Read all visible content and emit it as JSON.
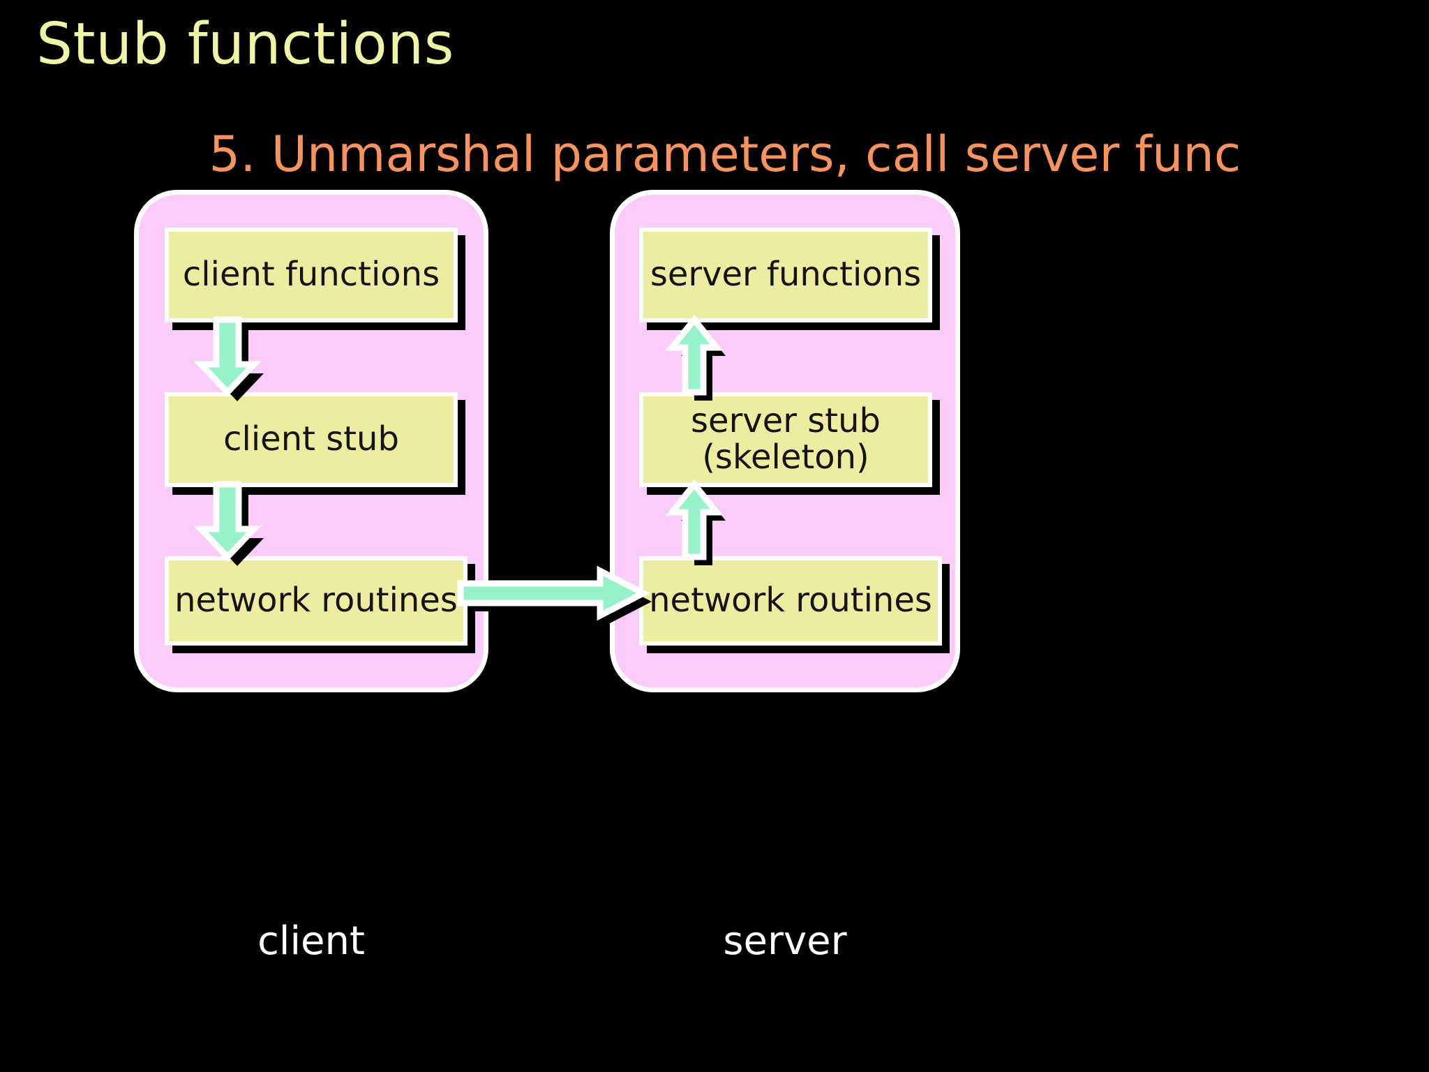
{
  "slide": {
    "title": "Stub functions",
    "title_color": "#EEF5A3",
    "background_color": "#000000",
    "step_subtitle": "5. Unmarshal parameters, call server func",
    "subtitle_color": "#F8935C"
  },
  "palette": {
    "panel_fill": "#FBCCF9",
    "panel_outline": "#FFFFFF",
    "box_fill": "#EDEDA2",
    "box_outline": "#FFFFFF",
    "box_shadow": "#000000",
    "arrow_fill": "#96F2C8",
    "arrow_outline": "#FFFFFF",
    "arrow_shadow": "#000000",
    "box_text": "#141414",
    "caption_text": "#FFFFFF"
  },
  "client_panel": {
    "caption": "client",
    "boxes": [
      {
        "label": "client functions"
      },
      {
        "label": "client stub"
      },
      {
        "label": "network routines"
      }
    ],
    "arrows": [
      {
        "direction": "down",
        "from": "client functions",
        "to": "client stub"
      },
      {
        "direction": "down",
        "from": "client stub",
        "to": "network routines"
      }
    ]
  },
  "server_panel": {
    "caption": "server",
    "boxes": [
      {
        "label": "server functions"
      },
      {
        "label": "server stub\n(skeleton)"
      },
      {
        "label": "network routines"
      }
    ],
    "arrows": [
      {
        "direction": "up",
        "from": "server stub (skeleton)",
        "to": "server functions"
      },
      {
        "direction": "up",
        "from": "network routines",
        "to": "server stub (skeleton)"
      }
    ]
  },
  "network_arrow": {
    "direction": "right",
    "from": "client network routines",
    "to": "server network routines"
  }
}
